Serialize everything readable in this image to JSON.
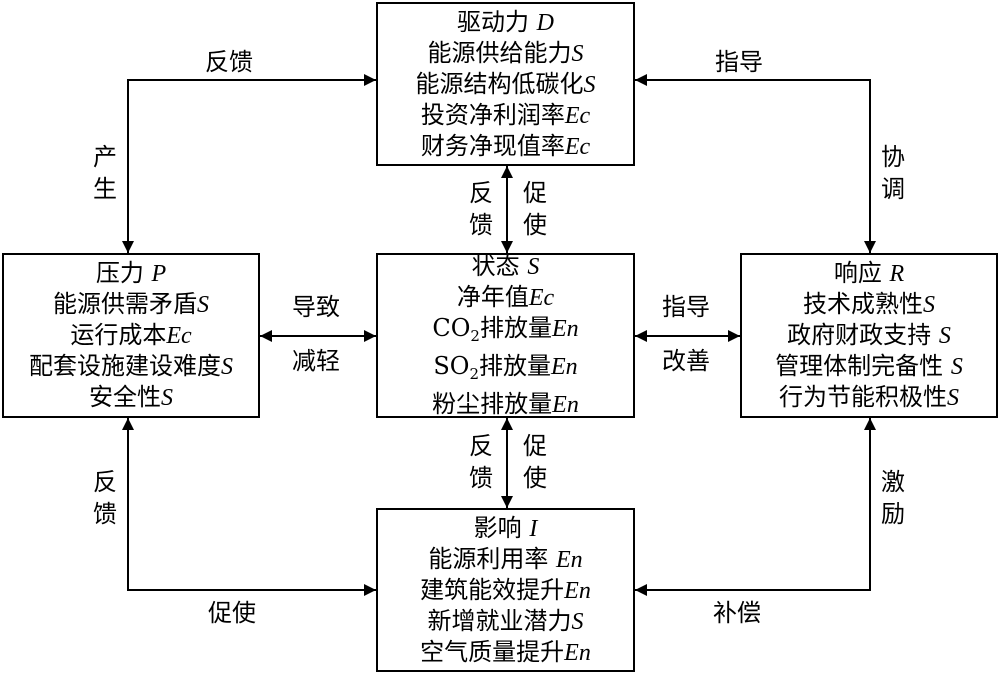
{
  "boxes": {
    "D": {
      "title": {
        "text": "驱动力",
        "var": "D"
      },
      "items": [
        {
          "text": "能源供给能力",
          "var": "S"
        },
        {
          "text": "能源结构低碳化",
          "var": "S"
        },
        {
          "text": "投资净利润率",
          "var": "Ec"
        },
        {
          "text": "财务净现值率",
          "var": "Ec"
        }
      ]
    },
    "P": {
      "title": {
        "text": "压力",
        "var": "P"
      },
      "items": [
        {
          "text": "能源供需矛盾",
          "var": "S"
        },
        {
          "text": "运行成本",
          "var": "Ec"
        },
        {
          "text": "配套设施建设难度",
          "var": "S"
        },
        {
          "text": "安全性",
          "var": "S"
        }
      ]
    },
    "S": {
      "title": {
        "text": "状态",
        "var": "S"
      },
      "items": [
        {
          "text": "净年值",
          "var": "Ec"
        },
        {
          "pre": "CO",
          "sub": "2",
          "text": "排放量",
          "var": "En"
        },
        {
          "pre": "SO",
          "sub": "2",
          "text": "排放量",
          "var": "En"
        },
        {
          "text": "粉尘排放量",
          "var": "En"
        }
      ]
    },
    "R": {
      "title": {
        "text": "响应",
        "var": "R"
      },
      "items": [
        {
          "text": "技术成熟性",
          "var": "S"
        },
        {
          "text": "政府财政支持 ",
          "var": "S"
        },
        {
          "text": "管理体制完备性 ",
          "var": "S"
        },
        {
          "text": "行为节能积极性",
          "var": "S"
        }
      ]
    },
    "I": {
      "title": {
        "text": "影响",
        "var": "I"
      },
      "items": [
        {
          "text": "能源利用率 ",
          "var": "En"
        },
        {
          "text": "建筑能效提升",
          "var": "En"
        },
        {
          "text": "新增就业潜力",
          "var": "S"
        },
        {
          "text": "空气质量提升",
          "var": "En"
        }
      ]
    }
  },
  "labels": {
    "top_left": "反馈",
    "left_upper": [
      "产",
      "生"
    ],
    "top_right": "指导",
    "right_upper": [
      "协",
      "调"
    ],
    "center_upper_left": [
      "反",
      "馈"
    ],
    "center_upper_right": [
      "促",
      "使"
    ],
    "mid_left_top": "导致",
    "mid_left_bottom": "减轻",
    "mid_right_top": "指导",
    "mid_right_bottom": "改善",
    "center_lower_left": [
      "反",
      "馈"
    ],
    "center_lower_right": [
      "促",
      "使"
    ],
    "left_lower": [
      "反",
      "馈"
    ],
    "bottom_left": "促使",
    "right_lower": [
      "激",
      "励"
    ],
    "bottom_right": "补偿"
  }
}
